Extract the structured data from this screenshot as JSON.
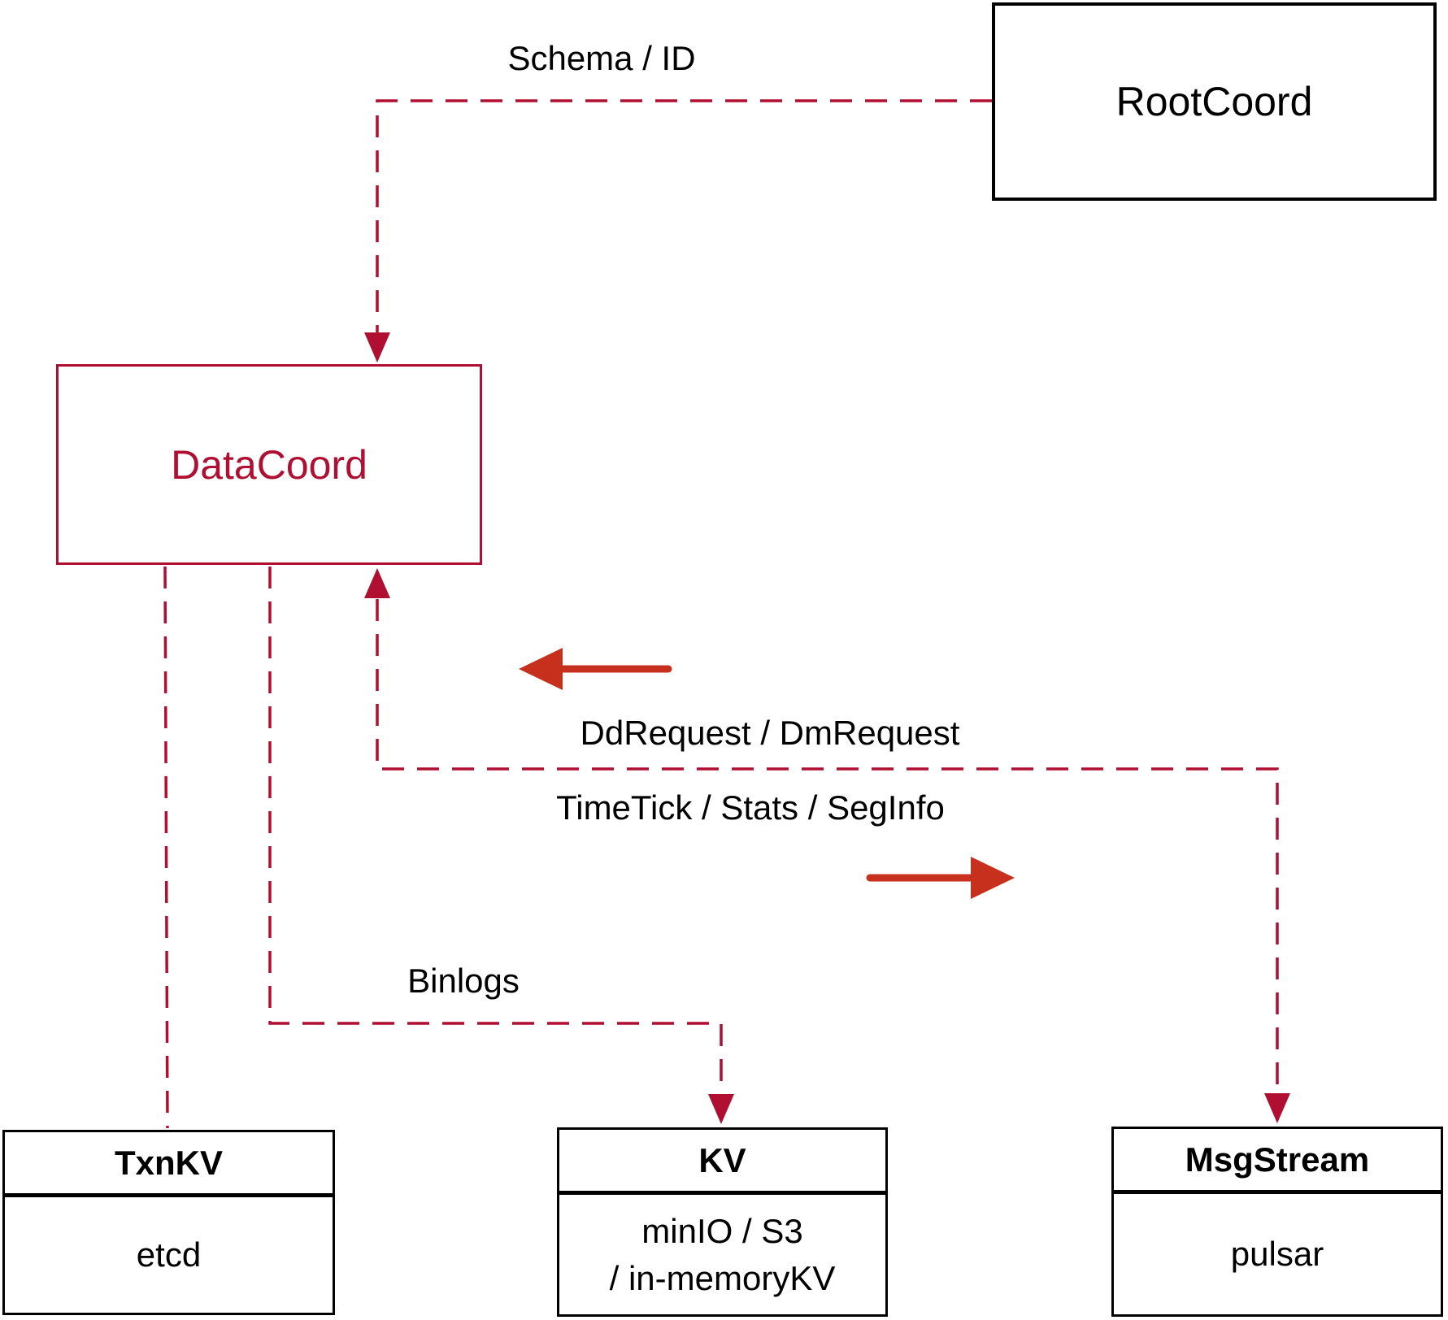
{
  "colors": {
    "connector_red": "#b00f31",
    "arrow_red": "#c6301c",
    "border_black": "#000000",
    "bg": "#ffffff"
  },
  "nodes": {
    "rootcoord": {
      "label": "RootCoord"
    },
    "datacoord": {
      "label": "DataCoord"
    },
    "txnkv": {
      "title": "TxnKV",
      "body": "etcd"
    },
    "kv": {
      "title": "KV",
      "body_line1": "minIO / S3",
      "body_line2": "/ in-memoryKV"
    },
    "msgstream": {
      "title": "MsgStream",
      "body": "pulsar"
    }
  },
  "edge_labels": {
    "schema_id": "Schema / ID",
    "dd_request": "DdRequest / DmRequest",
    "time_tick": "TimeTick / Stats / SegInfo",
    "binlogs": "Binlogs"
  }
}
